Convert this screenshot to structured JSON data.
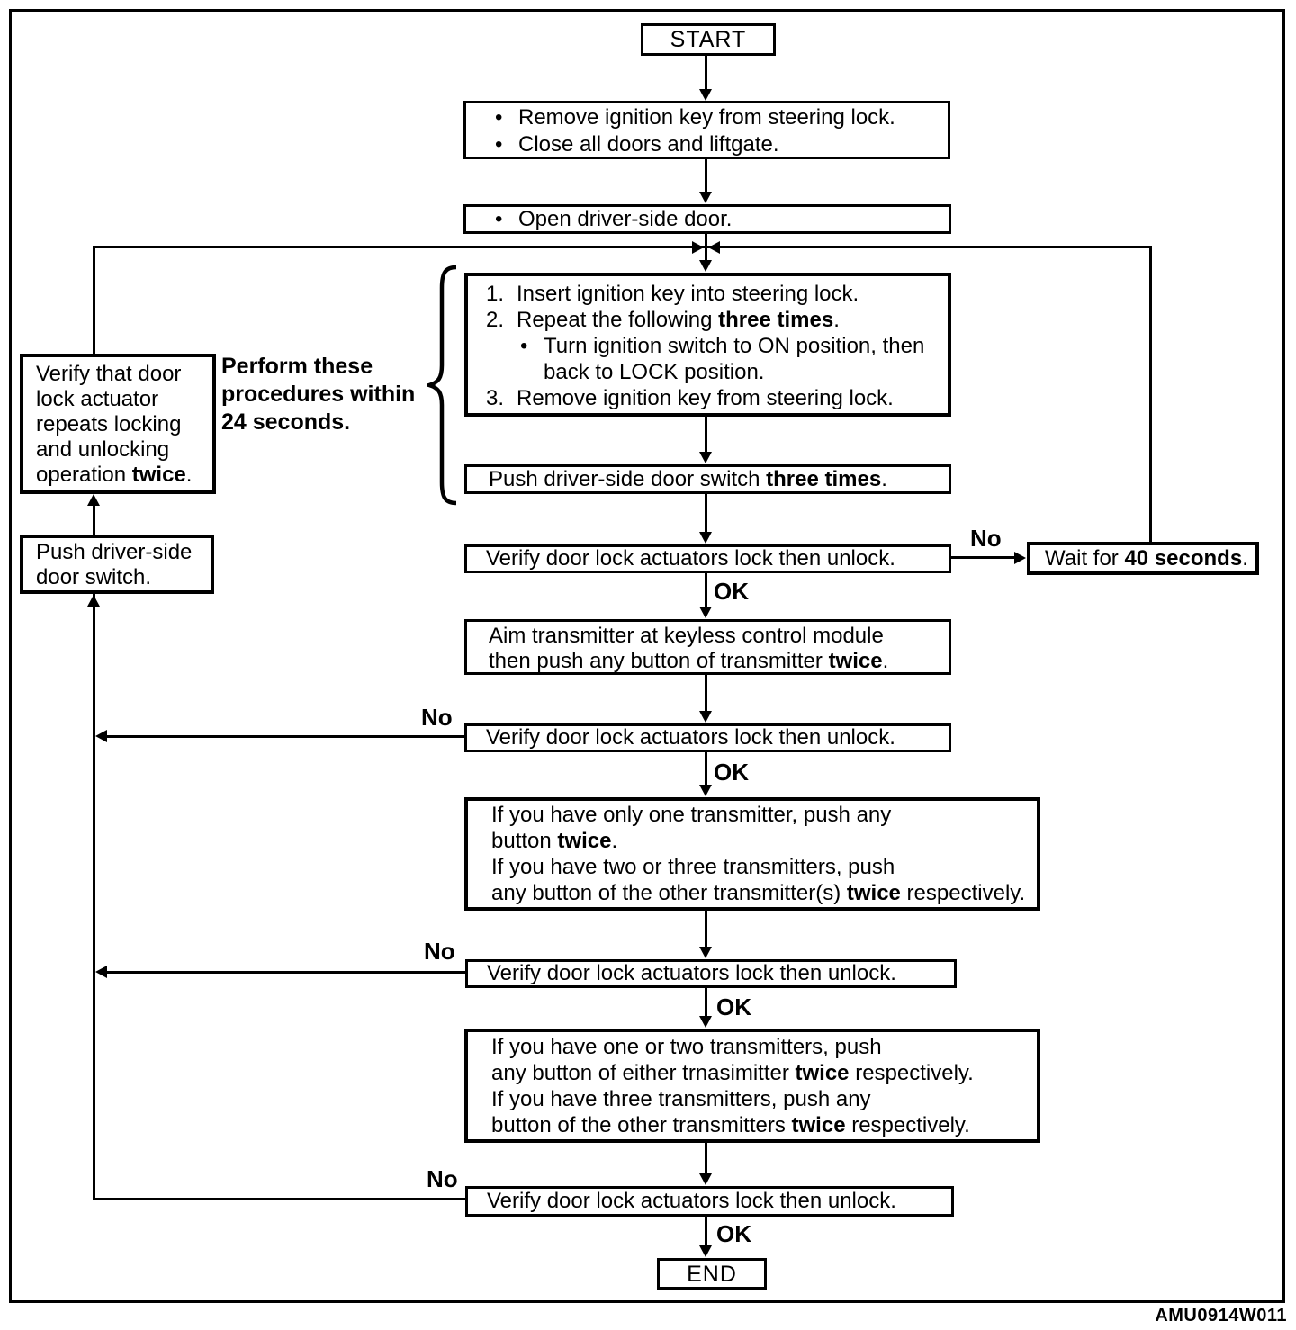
{
  "figure": {
    "code": "AMU0914W011"
  },
  "terminals": {
    "start": "START",
    "end": "END"
  },
  "labels": {
    "no": "No",
    "ok": "OK"
  },
  "side_note": {
    "line1": "Perform these",
    "line2": "procedures within",
    "line3": "24 seconds."
  },
  "boxes": {
    "prepare": {
      "lines": [
        {
          "m": "•",
          "segs": [
            {
              "t": "Remove ignition key from steering lock."
            }
          ]
        },
        {
          "m": "•",
          "segs": [
            {
              "t": "Close all doors and liftgate."
            }
          ]
        }
      ]
    },
    "open_door": {
      "lines": [
        {
          "m": "•",
          "segs": [
            {
              "t": "Open driver-side door."
            }
          ]
        }
      ]
    },
    "key_cycle": {
      "lines": [
        {
          "m": "1.",
          "segs": [
            {
              "t": "Insert ignition key into steering lock."
            }
          ]
        },
        {
          "m": "2.",
          "segs": [
            {
              "t": "Repeat the following "
            },
            {
              "t": "three times",
              "b": true
            },
            {
              "t": "."
            }
          ]
        },
        {
          "m": "•",
          "ind": 1,
          "segs": [
            {
              "t": "Turn ignition switch to ON position, then"
            }
          ]
        },
        {
          "m": "",
          "ind": 1,
          "segs": [
            {
              "t": "back to LOCK position."
            }
          ]
        },
        {
          "m": "3.",
          "segs": [
            {
              "t": "Remove ignition key from steering lock."
            }
          ]
        }
      ]
    },
    "push_three_times": {
      "lines": [
        {
          "segs": [
            {
              "t": "Push driver-side door switch "
            },
            {
              "t": "three times",
              "b": true
            },
            {
              "t": "."
            }
          ]
        }
      ]
    },
    "verify_1": {
      "lines": [
        {
          "segs": [
            {
              "t": "Verify door lock actuators lock then unlock."
            }
          ]
        }
      ]
    },
    "wait_40": {
      "lines": [
        {
          "segs": [
            {
              "t": "Wait for "
            },
            {
              "t": "40 seconds",
              "b": true
            },
            {
              "t": "."
            }
          ]
        }
      ]
    },
    "aim_transmitter": {
      "lines": [
        {
          "segs": [
            {
              "t": "Aim transmitter at keyless control module"
            }
          ]
        },
        {
          "segs": [
            {
              "t": "then push any button of transmitter "
            },
            {
              "t": "twice",
              "b": true
            },
            {
              "t": "."
            }
          ]
        }
      ]
    },
    "verify_2": {
      "lines": [
        {
          "segs": [
            {
              "t": "Verify door lock actuators lock then unlock."
            }
          ]
        }
      ]
    },
    "one_transmitter": {
      "lines": [
        {
          "segs": [
            {
              "t": "If you have only one transmitter, push any"
            }
          ]
        },
        {
          "segs": [
            {
              "t": "button "
            },
            {
              "t": "twice",
              "b": true
            },
            {
              "t": "."
            }
          ]
        },
        {
          "segs": [
            {
              "t": "If you have two or three transmitters, push"
            }
          ]
        },
        {
          "segs": [
            {
              "t": "any button of the other transmitter(s) "
            },
            {
              "t": "twice",
              "b": true
            },
            {
              "t": " respectively."
            }
          ]
        }
      ]
    },
    "verify_3": {
      "lines": [
        {
          "segs": [
            {
              "t": "Verify door lock actuators lock then unlock."
            }
          ]
        }
      ]
    },
    "other_transmitters": {
      "lines": [
        {
          "segs": [
            {
              "t": "If you have one or two transmitters, push"
            }
          ]
        },
        {
          "segs": [
            {
              "t": "any button of either trnasimitter "
            },
            {
              "t": "twice",
              "b": true
            },
            {
              "t": " respectively."
            }
          ]
        },
        {
          "segs": [
            {
              "t": "If you have three transmitters, push any"
            }
          ]
        },
        {
          "segs": [
            {
              "t": "button of the other transmitters "
            },
            {
              "t": "twice",
              "b": true
            },
            {
              "t": " respectively."
            }
          ]
        }
      ]
    },
    "verify_4": {
      "lines": [
        {
          "segs": [
            {
              "t": "Verify door lock actuators lock then unlock."
            }
          ]
        }
      ]
    },
    "verify_repeats": {
      "lines": [
        {
          "segs": [
            {
              "t": "Verify that door"
            }
          ]
        },
        {
          "segs": [
            {
              "t": "lock actuator"
            }
          ]
        },
        {
          "segs": [
            {
              "t": "repeats locking"
            }
          ]
        },
        {
          "segs": [
            {
              "t": "and unlocking"
            }
          ]
        },
        {
          "segs": [
            {
              "t": "operation "
            },
            {
              "t": "twice",
              "b": true
            },
            {
              "t": "."
            }
          ]
        }
      ]
    },
    "push_door_switch": {
      "lines": [
        {
          "segs": [
            {
              "t": "Push driver-side"
            }
          ]
        },
        {
          "segs": [
            {
              "t": "door switch."
            }
          ]
        }
      ]
    }
  }
}
